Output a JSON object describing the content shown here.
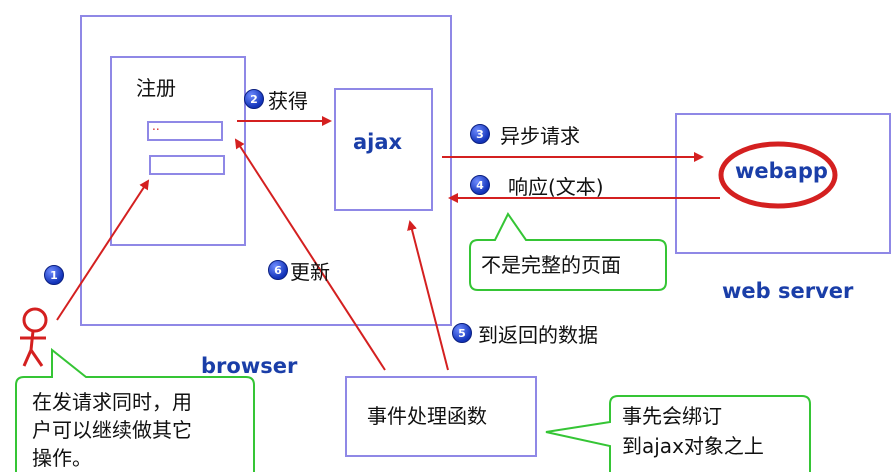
{
  "labels": {
    "register": "注册",
    "ajax": "ajax",
    "webapp": "webapp",
    "web_server": "web server",
    "browser": "browser",
    "handler": "事件处理函数",
    "input_dots": "..",
    "step1_num": "1",
    "step2_num": "2",
    "step2_text": "获得",
    "step3_num": "3",
    "step3_text": "异步请求",
    "step4_num": "4",
    "step4_text": "响应(文本)",
    "step5_num": "5",
    "step5_text": "到返回的数据",
    "step6_num": "6",
    "step6_text": "更新"
  },
  "callouts": {
    "not_full_page": "不是完整的页面",
    "user_line1": "在发请求同时，用",
    "user_line2": "户可以继续做其它",
    "user_line3": "操作。",
    "bind_line1": "事先会绑订",
    "bind_line2": "到ajax对象之上"
  },
  "colors": {
    "box_border": "#8f88e6",
    "arrow_red": "#d42020",
    "bubble_green": "#35c535",
    "title_blue": "#1a3ea8",
    "webapp_oval": "#d42020"
  }
}
